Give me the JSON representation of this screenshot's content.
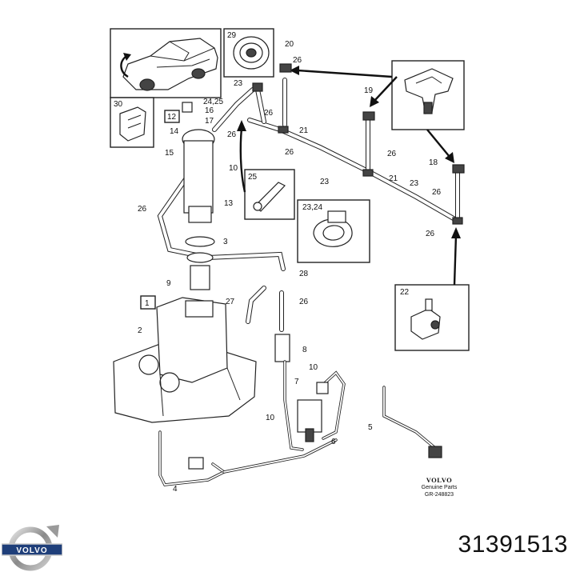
{
  "diagram": {
    "callouts": [
      "1",
      "2",
      "3",
      "4",
      "5",
      "6",
      "7",
      "8",
      "9",
      "10",
      "10",
      "10",
      "12",
      "13",
      "14",
      "15",
      "16",
      "17",
      "18",
      "19",
      "20",
      "21",
      "21",
      "22",
      "23",
      "23",
      "23",
      "24,25",
      "23,24",
      "25",
      "26",
      "26",
      "26",
      "26",
      "26",
      "26",
      "26",
      "26",
      "26",
      "27",
      "28",
      "29",
      "30"
    ],
    "stamp": {
      "brand": "VOLVO",
      "line1": "Genuine Parts",
      "line2": "GR-248823"
    }
  },
  "part_number": "31391513",
  "logo": {
    "text": "VOLVO"
  }
}
